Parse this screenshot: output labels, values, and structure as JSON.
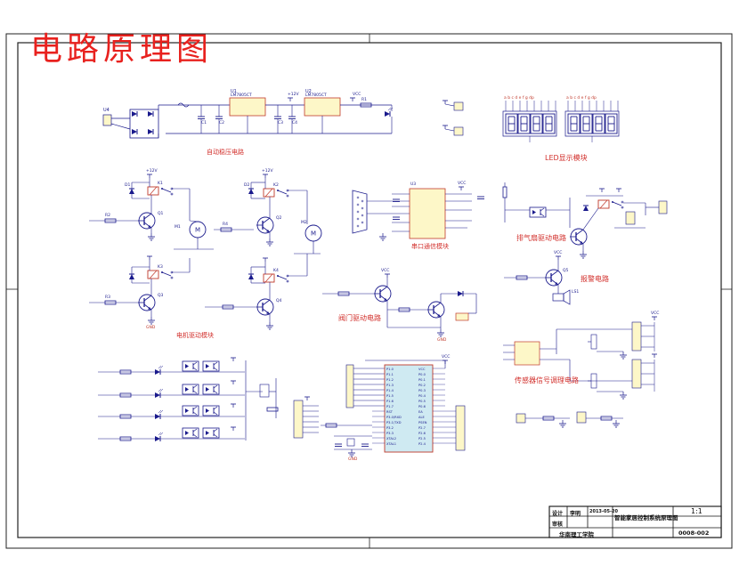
{
  "title": "电路原理图",
  "blocks": {
    "power": "自动稳压电路",
    "led": "LED显示模块",
    "serial": "串口通信模块",
    "motor": "电机驱动模块",
    "exhaust": "排气扇驱动电路",
    "alarm": "报警电路",
    "door": "阀门驱动电路",
    "sensor": "传感器信号调理电路"
  },
  "components": {
    "r1": "R1",
    "r2": "R2",
    "r3": "R3",
    "r4": "R4",
    "c1": "C1",
    "c2": "C2",
    "c3": "C3",
    "c4": "C4",
    "u1": "U1",
    "u2": "U2",
    "u3": "U3",
    "u4": "U4",
    "k1": "K1",
    "k2": "K2",
    "k3": "K3",
    "k4": "K4",
    "q1": "Q1",
    "q2": "Q2",
    "q3": "Q3",
    "q4": "Q4",
    "q5": "Q5",
    "d1": "D1",
    "d2": "D2",
    "m1": "M1",
    "m2": "M2",
    "ls1": "LS1",
    "vcc": "VCC",
    "gnd": "GND",
    "plus12v": "+12V",
    "vreg": "LM7805CT"
  },
  "title_block": {
    "designer_label": "设计",
    "designer": "李明",
    "date": "2013-05-20",
    "checker_label": "审核",
    "project": "智能家居控制系统原理图",
    "scale": "1:1",
    "school": "华南理工学院",
    "drawing_no": "0008-002"
  }
}
